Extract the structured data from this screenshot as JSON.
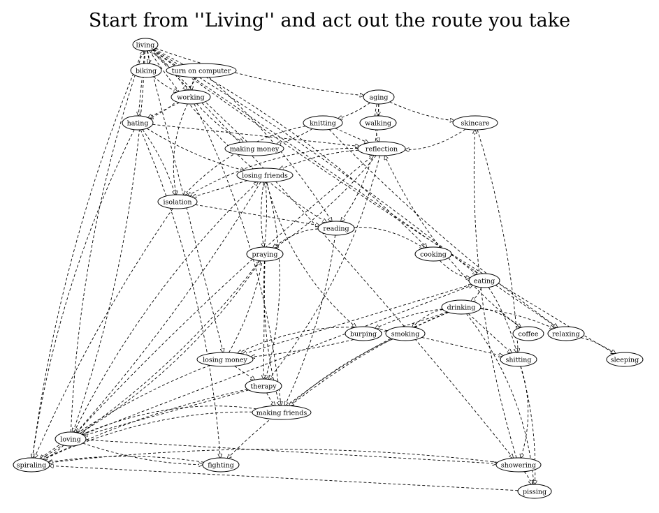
{
  "title": "Start from ''Living'' and act out the route you take",
  "colors": {
    "start_fill": "#ffc0cb",
    "node_fill": "#ffffff",
    "stroke": "#000000"
  },
  "start_node": "living",
  "nodes": [
    "living",
    "biking",
    "turn on computer",
    "working",
    "hating",
    "aging",
    "knitting",
    "walking",
    "skincare",
    "making money",
    "reflection",
    "losing friends",
    "isolation",
    "reading",
    "praying",
    "cooking",
    "eating",
    "drinking",
    "burping",
    "smoking",
    "coffee",
    "relaxing",
    "sleeping",
    "losing money",
    "shitting",
    "therapy",
    "making friends",
    "loving",
    "spiraling",
    "fighting",
    "showering",
    "pissing"
  ],
  "edges": [
    [
      "living",
      "biking"
    ],
    [
      "living",
      "working"
    ],
    [
      "living",
      "hating"
    ],
    [
      "living",
      "aging"
    ],
    [
      "living",
      "reading"
    ],
    [
      "living",
      "cooking"
    ],
    [
      "living",
      "eating"
    ],
    [
      "living",
      "relaxing"
    ],
    [
      "living",
      "sleeping"
    ],
    [
      "living",
      "spiraling"
    ],
    [
      "living",
      "loving"
    ],
    [
      "living",
      "showering"
    ],
    [
      "living",
      "losing money"
    ],
    [
      "biking",
      "working"
    ],
    [
      "turn on computer",
      "working"
    ],
    [
      "turn on computer",
      "hating"
    ],
    [
      "turn on computer",
      "reading"
    ],
    [
      "working",
      "hating"
    ],
    [
      "working",
      "making money"
    ],
    [
      "working",
      "isolation"
    ],
    [
      "working",
      "making friends"
    ],
    [
      "hating",
      "isolation"
    ],
    [
      "hating",
      "reflection"
    ],
    [
      "hating",
      "losing friends"
    ],
    [
      "hating",
      "spiraling"
    ],
    [
      "hating",
      "fighting"
    ],
    [
      "aging",
      "knitting"
    ],
    [
      "aging",
      "walking"
    ],
    [
      "aging",
      "skincare"
    ],
    [
      "aging",
      "reflection"
    ],
    [
      "aging",
      "reading"
    ],
    [
      "knitting",
      "making money"
    ],
    [
      "knitting",
      "reflection"
    ],
    [
      "knitting",
      "relaxing"
    ],
    [
      "knitting",
      "isolation"
    ],
    [
      "skincare",
      "reflection"
    ],
    [
      "skincare",
      "shitting"
    ],
    [
      "making money",
      "living"
    ],
    [
      "reflection",
      "losing friends"
    ],
    [
      "reflection",
      "isolation"
    ],
    [
      "reflection",
      "therapy"
    ],
    [
      "reflection",
      "praying"
    ],
    [
      "losing friends",
      "isolation"
    ],
    [
      "losing friends",
      "praying"
    ],
    [
      "losing friends",
      "burping"
    ],
    [
      "losing friends",
      "therapy"
    ],
    [
      "losing friends",
      "loving"
    ],
    [
      "isolation",
      "reading"
    ],
    [
      "isolation",
      "spiraling"
    ],
    [
      "reading",
      "praying"
    ],
    [
      "reading",
      "cooking"
    ],
    [
      "reading",
      "making friends"
    ],
    [
      "praying",
      "therapy"
    ],
    [
      "praying",
      "making friends"
    ],
    [
      "cooking",
      "eating"
    ],
    [
      "eating",
      "drinking"
    ],
    [
      "eating",
      "shitting"
    ],
    [
      "eating",
      "losing money"
    ],
    [
      "drinking",
      "burping"
    ],
    [
      "drinking",
      "smoking"
    ],
    [
      "drinking",
      "coffee"
    ],
    [
      "drinking",
      "relaxing"
    ],
    [
      "drinking",
      "shitting"
    ],
    [
      "drinking",
      "making friends"
    ],
    [
      "drinking",
      "fighting"
    ],
    [
      "drinking",
      "pissing"
    ],
    [
      "drinking",
      "losing money"
    ],
    [
      "smoking",
      "shitting"
    ],
    [
      "smoking",
      "making friends"
    ],
    [
      "smoking",
      "losing money"
    ],
    [
      "coffee",
      "reflection"
    ],
    [
      "relaxing",
      "sleeping"
    ],
    [
      "losing money",
      "therapy"
    ],
    [
      "losing money",
      "spiraling"
    ],
    [
      "losing money",
      "losing friends"
    ],
    [
      "shitting",
      "showering"
    ],
    [
      "shitting",
      "pissing"
    ],
    [
      "therapy",
      "loving"
    ],
    [
      "therapy",
      "making friends"
    ],
    [
      "making friends",
      "loving"
    ],
    [
      "loving",
      "living"
    ],
    [
      "loving",
      "spiraling"
    ],
    [
      "loving",
      "showering"
    ],
    [
      "loving",
      "fighting"
    ],
    [
      "loving",
      "praying"
    ],
    [
      "loving",
      "losing friends"
    ],
    [
      "loving",
      "reflection"
    ],
    [
      "loving",
      "eating"
    ],
    [
      "fighting",
      "spiraling"
    ],
    [
      "showering",
      "spiraling"
    ],
    [
      "showering",
      "skincare"
    ],
    [
      "showering",
      "pissing"
    ],
    [
      "pissing",
      "spiraling"
    ],
    [
      "therapy",
      "spiraling"
    ],
    [
      "making friends",
      "spiraling"
    ],
    [
      "praying",
      "spiraling"
    ]
  ]
}
